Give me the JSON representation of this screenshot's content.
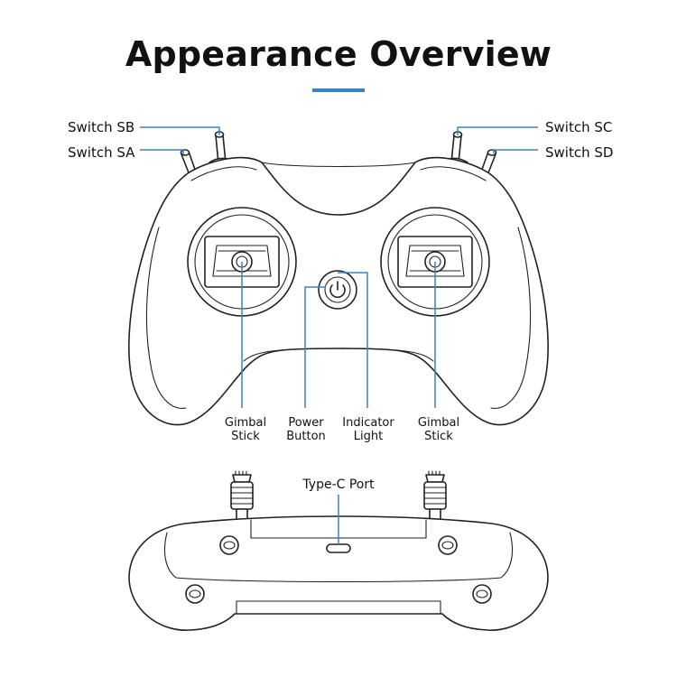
{
  "title": "Appearance Overview",
  "accent_color": "#3b82c4",
  "labels": {
    "switch_sb": "Switch SB",
    "switch_sa": "Switch SA",
    "switch_sc": "Switch SC",
    "switch_sd": "Switch SD",
    "gimbal_left": [
      "Gimbal",
      "Stick"
    ],
    "power_button": [
      "Power",
      "Button"
    ],
    "indicator_light": [
      "Indicator",
      "Light"
    ],
    "gimbal_right": [
      "Gimbal",
      "Stick"
    ],
    "type_c_port": "Type-C Port"
  }
}
